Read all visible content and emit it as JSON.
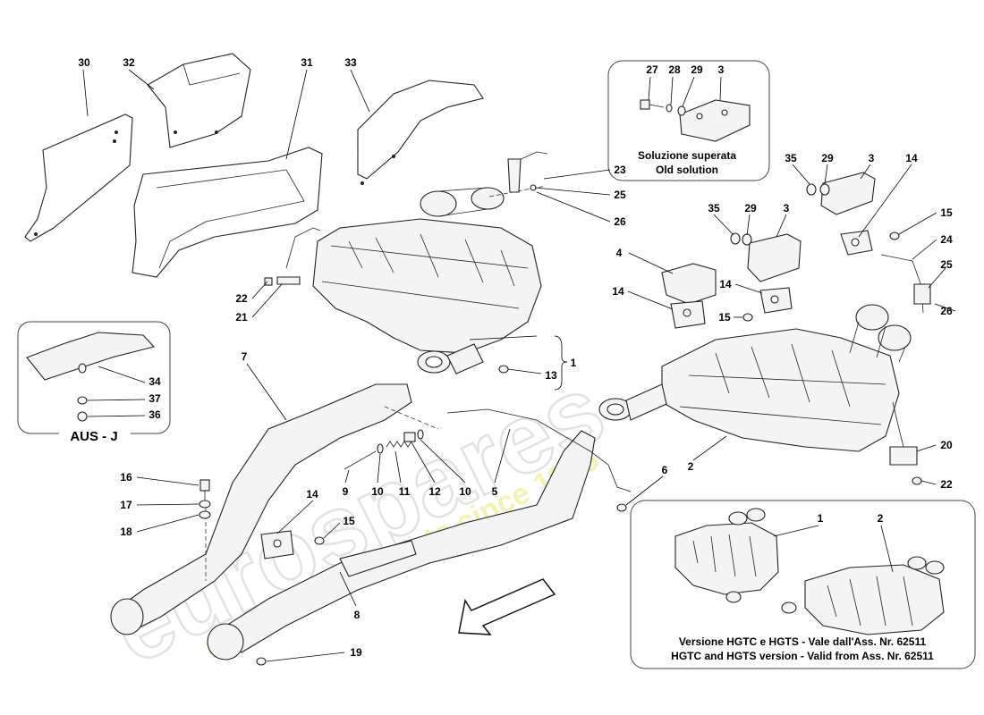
{
  "watermark": {
    "brand": "eurospares",
    "slogan": "a passion for parts since 1985"
  },
  "boxes": {
    "old_solution": {
      "title_it": "Soluzione superata",
      "title_en": "Old solution"
    },
    "aus_j": {
      "title": "AUS - J"
    },
    "hgtc_version": {
      "caption_it": "Versione HGTC e HGTS - Vale dall'Ass. Nr. 62511",
      "caption_en": "HGTC and HGTS version - Valid from Ass. Nr. 62511"
    }
  },
  "labels": {
    "p30": "30",
    "p32": "32",
    "p31": "31",
    "p33": "33",
    "ob27": "27",
    "ob28": "28",
    "ob29": "29",
    "ob3": "3",
    "p23": "23",
    "p25a": "25",
    "p26a": "26",
    "p35a": "35",
    "p29a": "29",
    "p3a": "3",
    "p14a": "14",
    "p35b": "35",
    "p29b": "29",
    "p3b": "3",
    "p15a": "15",
    "p24": "24",
    "p25b": "25",
    "p26b": "26",
    "p4": "4",
    "p14b": "14",
    "p14c": "14",
    "p15b": "15",
    "p22a": "22",
    "p21": "21",
    "p1": "1",
    "p13": "13",
    "a34": "34",
    "a37": "37",
    "a36": "36",
    "p7": "7",
    "p16": "16",
    "p17": "17",
    "p18": "18",
    "p9": "9",
    "p10a": "10",
    "p11": "11",
    "p12": "12",
    "p10b": "10",
    "p5": "5",
    "p6": "6",
    "p2": "2",
    "p20": "20",
    "p22b": "22",
    "p14d": "14",
    "p15c": "15",
    "p8": "8",
    "p19": "19",
    "v1": "1",
    "v2": "2"
  }
}
